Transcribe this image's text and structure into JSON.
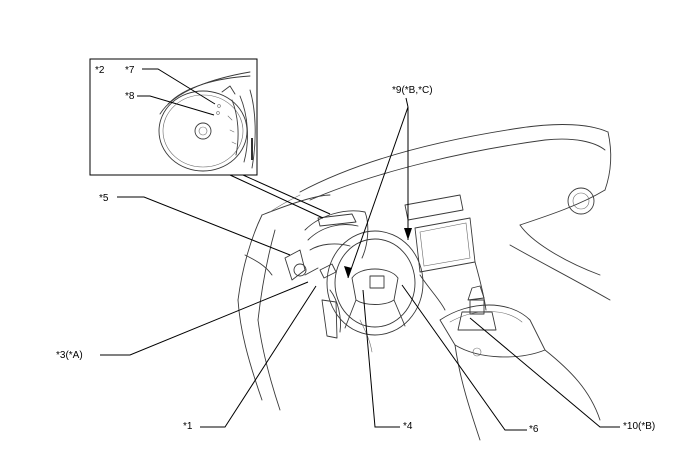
{
  "callouts": [
    {
      "id": "c2",
      "text": "*2"
    },
    {
      "id": "c7",
      "text": "*7"
    },
    {
      "id": "c8",
      "text": "*8"
    },
    {
      "id": "c9",
      "text": "*9(*B,*C)"
    },
    {
      "id": "c5",
      "text": "*5"
    },
    {
      "id": "c3",
      "text": "*3(*A)"
    },
    {
      "id": "c1",
      "text": "*1"
    },
    {
      "id": "c4",
      "text": "*4"
    },
    {
      "id": "c6",
      "text": "*6"
    },
    {
      "id": "c10",
      "text": "*10(*B)"
    }
  ]
}
